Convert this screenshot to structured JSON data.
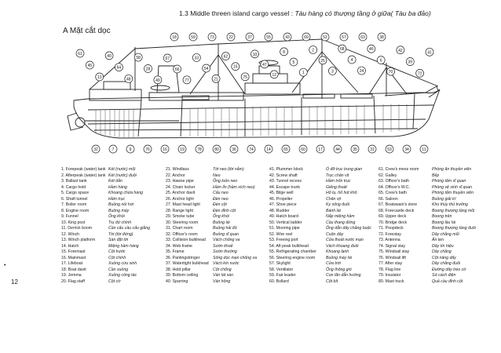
{
  "title": {
    "number": "1.3",
    "english": "Middle threen island cargo vessel :",
    "vietnamese": "Tàu hàng có thượng tầng ở giữa( Tàu ba đảo)"
  },
  "section_label": "A  Mặt cắt dọc",
  "page_number": "12",
  "margin_mark": "•",
  "callout_numbers": [
    "18",
    "59",
    "73",
    "22",
    "37",
    "55",
    "43",
    "69",
    "52",
    "57",
    "63",
    "38",
    "32",
    "7",
    "9",
    "76",
    "16",
    "19",
    "78",
    "80",
    "36",
    "74",
    "14",
    "65",
    "60",
    "17",
    "44",
    "35",
    "31",
    "53",
    "34",
    "11",
    "61",
    "45",
    "13",
    "40",
    "64",
    "48",
    "58",
    "28",
    "49",
    "67",
    "66",
    "77",
    "33",
    "54",
    "21",
    "62",
    "15",
    "75",
    "10",
    "47",
    "12",
    "8",
    "5",
    "1",
    "2",
    "25",
    "3",
    "68",
    "4",
    "24",
    "46",
    "6",
    "70",
    "42",
    "39",
    "72",
    "41"
  ],
  "legend": {
    "columns": [
      [
        {
          "en": "1. Forepeak (water) tank",
          "vi": "Két (nước) mũi"
        },
        {
          "en": "2. Afterpeak (water) tank",
          "vi": "Két (nước) đuôi"
        },
        {
          "en": "3. Ballast tank",
          "vi": "Két dằn"
        },
        {
          "en": "4. Cargo hold",
          "vi": "Hầm hàng"
        },
        {
          "en": "5. Cargo space",
          "vi": "Khoang chứa hàng"
        },
        {
          "en": "6. Shaft tunnel",
          "vi": "Hầm trục"
        },
        {
          "en": "7. Boiler room",
          "vi": "Buồng nồi hơi"
        },
        {
          "en": "8. Engine room",
          "vi": "Buồng máy"
        },
        {
          "en": "9. Funnel",
          "vi": "Ống khói"
        },
        {
          "en": "10. King post",
          "vi": "Trụ đứ chính"
        },
        {
          "en": "11. Derrick boom",
          "vi": "Cần cẩu cầu cẩu giằng"
        },
        {
          "en": "12. Winch",
          "vi": "Tời (tời đứng)"
        },
        {
          "en": "13. Winch platform",
          "vi": "Sàn đặt tời"
        },
        {
          "en": "14. Hatch",
          "vi": "Miệng hầm hàng"
        },
        {
          "en": "15. Foremast",
          "vi": "Cột trước"
        },
        {
          "en": "16. Mainmast",
          "vi": "Cột chính"
        },
        {
          "en": "17. Lifeboat",
          "vi": "Xuồng cứu sinh"
        },
        {
          "en": "18. Boat davit",
          "vi": "Cần xuồng"
        },
        {
          "en": "19. Jemma",
          "vi": "Xuồng công tác"
        },
        {
          "en": "20. Flag staff",
          "vi": "Cột cờ"
        }
      ],
      [
        {
          "en": "21. Windlass",
          "vi": "Tời neo (tời nằm)"
        },
        {
          "en": "22. Anchor",
          "vi": "Neo"
        },
        {
          "en": "23. Hawse pipe",
          "vi": "Ống luồn neo"
        },
        {
          "en": "24. Chain locker",
          "vi": "Hầm lỉn (hầm xích neo)"
        },
        {
          "en": "25. Anchor davit",
          "vi": "Cẩu neo"
        },
        {
          "en": "26. Anchor light",
          "vi": "Đèn neo"
        },
        {
          "en": "27. Mast head light",
          "vi": "Đèn cột"
        },
        {
          "en": "28. Range light",
          "vi": "Đèn đỉnh cột"
        },
        {
          "en": "29. Smoke tube",
          "vi": "Ống khói"
        },
        {
          "en": "30. Steering room",
          "vi": "Buồng lái"
        },
        {
          "en": "31. Chart room",
          "vi": "Buồng hải đồ"
        },
        {
          "en": "32. Officer's room",
          "vi": "Buồng sĩ quan"
        },
        {
          "en": "33. Collision bulkhead",
          "vi": "Vách chống va"
        },
        {
          "en": "34. Web frame",
          "vi": "Sườn khoẻ"
        },
        {
          "en": "35. Frame",
          "vi": "Sườn thường"
        },
        {
          "en": "36. Pantingstringer",
          "vi": "Sống dọc mạn chống va"
        },
        {
          "en": "37. Watertight bulkhead",
          "vi": "Vách kín nước"
        },
        {
          "en": "38. Hold pillar",
          "vi": "Cột chống"
        },
        {
          "en": "39. Bottom ceiling",
          "vi": "Ván lát sàn"
        },
        {
          "en": "40. Sparring",
          "vi": "Ván hông"
        }
      ],
      [
        {
          "en": "41. Plummer block",
          "vi": "Ổ đỡ trục trung gian"
        },
        {
          "en": "42. Screw shaft",
          "vi": "Trục chân vịt"
        },
        {
          "en": "43. Tunnel recess",
          "vi": "Hầm trốn trục"
        },
        {
          "en": "44. Escape trunk",
          "vi": "Giếng thoát"
        },
        {
          "en": "45. Bilge well",
          "vi": "Hố tụ, hố hút khô"
        },
        {
          "en": "46. Propeller",
          "vi": "Chân vịt"
        },
        {
          "en": "47. Shoe piece",
          "vi": "Ky sống đuôi"
        },
        {
          "en": "48. Rudder",
          "vi": "Bánh lái"
        },
        {
          "en": "49. Hatch board",
          "vi": "Nắp miệng hầm"
        },
        {
          "en": "50. Vertical ladder",
          "vi": "Cầu thang đứng"
        },
        {
          "en": "51. Mooring pipe",
          "vi": "Ống dẫn dây chằng buộc"
        },
        {
          "en": "52. Wire reel",
          "vi": "Cuộn dây"
        },
        {
          "en": "53. Freeing port",
          "vi": "Cửa thoát nước mạn"
        },
        {
          "en": "54. Aft peak bulkhead",
          "vi": "Vách khoang đuôi"
        },
        {
          "en": "55. Refrigerating chamber",
          "vi": "Khoang lạnh"
        },
        {
          "en": "56. Steering engine room",
          "vi": "Buồng máy lái"
        },
        {
          "en": "57. Skylight",
          "vi": "Cửa trời"
        },
        {
          "en": "58. Ventilator",
          "vi": "Ống thông gió"
        },
        {
          "en": "59. Fair leader",
          "vi": "Con lăn dẫn hướng"
        },
        {
          "en": "60. Bollard",
          "vi": "Cột bít"
        }
      ],
      [
        {
          "en": "61. Crew's mess room",
          "vi": "Phòng ăn thuyền viên"
        },
        {
          "en": "62. Galley",
          "vi": "Bếp"
        },
        {
          "en": "63. Officer's bath",
          "vi": "Phòng tắm sĩ quan"
        },
        {
          "en": "64. Officer's W.C.",
          "vi": "Phòng vệ sinh sĩ quan"
        },
        {
          "en": "65. Crew's bath",
          "vi": "Phòng tắm thuyền viên"
        },
        {
          "en": "66. Saloon",
          "vi": "Buồng giải trí"
        },
        {
          "en": "67. Boatswain's store",
          "vi": "Kho thủy thủ trưởng"
        },
        {
          "en": "68. Forecastle deck",
          "vi": "Boong thượng tầng mũi"
        },
        {
          "en": "69. Upper deck",
          "vi": "Boong trên"
        },
        {
          "en": "70. Bridge deck",
          "vi": "Boong lầu lái"
        },
        {
          "en": "71. Poopdeck",
          "vi": "Boong thượng tầng đuôi"
        },
        {
          "en": "72. Forestay",
          "vi": "Dây chằng mũi"
        },
        {
          "en": "73. Antenna",
          "vi": "Ăn ten"
        },
        {
          "en": "74. Signal stay",
          "vi": "Dây tín hiệu"
        },
        {
          "en": "75. Windsail stay",
          "vi": "Dây chằng"
        },
        {
          "en": "76. Windsail lift",
          "vi": "Cột nâng dây"
        },
        {
          "en": "77. After stay",
          "vi": "Dây chằng đuôi"
        },
        {
          "en": "78. Flag line",
          "vi": "Đường dây treo cờ"
        },
        {
          "en": "79. Insulator",
          "vi": "Sứ cách điện"
        },
        {
          "en": "80. Mast truck",
          "vi": "Quả cầu đỉnh cột"
        }
      ]
    ]
  }
}
